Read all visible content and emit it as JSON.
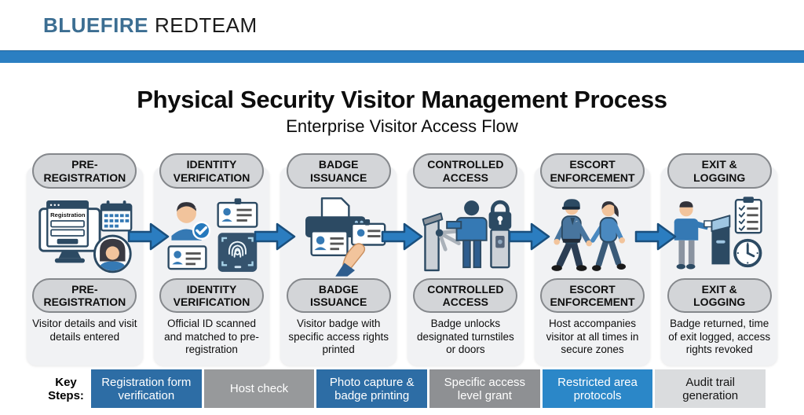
{
  "brand": {
    "name_primary": "BLUEFIRE",
    "name_secondary": "REDTEAM"
  },
  "header": {
    "title": "Physical Security Visitor Management Process",
    "subtitle": "Enterprise Visitor Access Flow"
  },
  "colors": {
    "brand_bar": "#2b7fc2",
    "arrow_fill": "#2b7dc0",
    "arrow_stroke": "#1a4f7d",
    "card_bg": "#f1f2f4",
    "pill_bg": "#d3d5d8",
    "pill_border": "#85888c",
    "key_step_blue": "#2d6da5",
    "key_step_gray": "#919396",
    "key_step_bright_blue": "#2b87c8",
    "key_step_light": "#dadcde"
  },
  "steps": [
    {
      "label_line1": "PRE-",
      "label_line2": "REGISTRATION",
      "description": "Visitor details and visit details entered",
      "icon": "registration-computer-calendar-user-icon",
      "icon_text": "Registration"
    },
    {
      "label_line1": "IDENTITY",
      "label_line2": "VERIFICATION",
      "description": "Official ID scanned and matched to pre-registration",
      "icon": "person-check-id-cards-fingerprint-scanner-icon"
    },
    {
      "label_line1": "BADGE",
      "label_line2": "ISSUANCE",
      "description": "Visitor badge with specific access rights printed",
      "icon": "badge-printer-hand-holding-badge-icon"
    },
    {
      "label_line1": "CONTROLLED",
      "label_line2": "ACCESS",
      "description": "Badge unlocks designated turnstiles or doors",
      "icon": "turnstile-person-lock-icon"
    },
    {
      "label_line1": "ESCORT",
      "label_line2": "ENFORCEMENT",
      "description": "Host accompanies visitor at all times in secure zones",
      "icon": "guard-escorting-visitor-icon"
    },
    {
      "label_line1": "EXIT &",
      "label_line2": "LOGGING",
      "description": "Badge returned, time of exit logged, access rights revoked",
      "icon": "kiosk-badge-return-checklist-clock-icon"
    }
  ],
  "key_steps": {
    "label_line1": "Key",
    "label_line2": "Steps:",
    "items": [
      {
        "text": "Registration form verification",
        "bg": "#2d6da5",
        "fg": "#ffffff"
      },
      {
        "text": "Host check",
        "bg": "#97999b",
        "fg": "#ffffff"
      },
      {
        "text": "Photo capture & badge printing",
        "bg": "#2d6da5",
        "fg": "#ffffff"
      },
      {
        "text": "Specific access level grant",
        "bg": "#8e9093",
        "fg": "#ffffff"
      },
      {
        "text": "Restricted area protocols",
        "bg": "#2b87c8",
        "fg": "#ffffff"
      },
      {
        "text": "Audit trail generation",
        "bg": "#dadcde",
        "fg": "#141414"
      }
    ]
  }
}
